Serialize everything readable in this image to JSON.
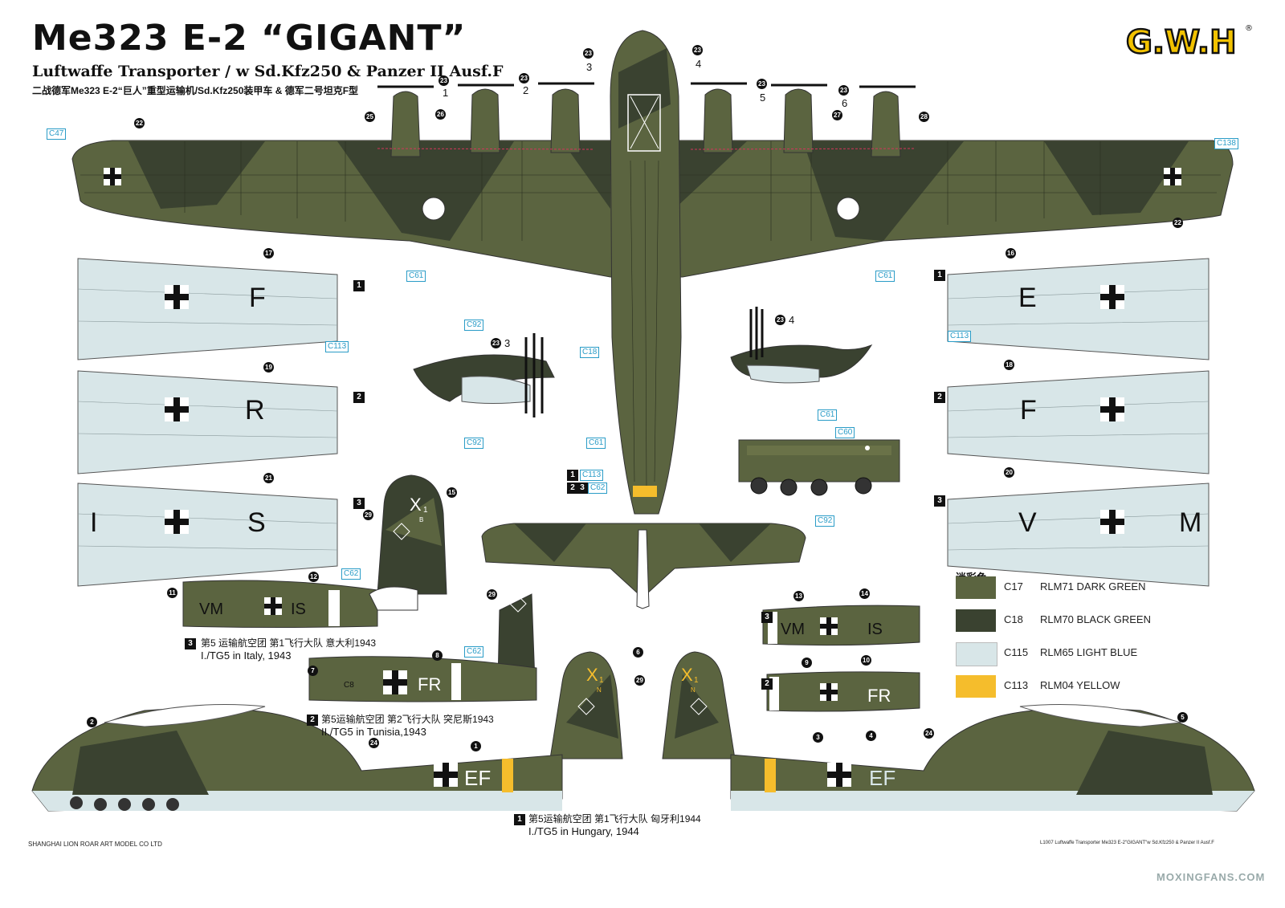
{
  "header": {
    "title": "Me323 E-2 “GIGANT”",
    "subtitle": "Luftwaffe Transporter / w Sd.Kfz250 & Panzer II Ausf.F",
    "subtitle_cn": "二战德军Me323 E-2“巨人”重型运输机/Sd.Kfz250装甲车 & 德军二号坦克F型"
  },
  "logo": {
    "text": "G.W.H",
    "registered": "®"
  },
  "colors": {
    "dark_green": "#5b6440",
    "black_green": "#3a4230",
    "light_blue": "#d8e6e8",
    "yellow": "#f5bd2c",
    "callout": "#2a9cc7",
    "marker": "#d2345a"
  },
  "color_refs": {
    "c47": "C47",
    "c138": "C138",
    "c61a": "C61",
    "c61b": "C61",
    "c61c": "C61",
    "c61d": "C61",
    "c113a": "C113",
    "c113b": "C113",
    "c92a": "C92",
    "c92b": "C92",
    "c92c": "C92",
    "c18": "C18",
    "c60": "C60",
    "c62a": "C62",
    "c62b": "C62",
    "c62c": "C62",
    "c113c": "C113"
  },
  "markers": {
    "m22a": "22",
    "m22b": "22",
    "m23_1": "23",
    "m23_2": "23",
    "m23_3": "23",
    "m23_4": "23",
    "m23_5": "23",
    "m23_6": "23",
    "m25": "25",
    "m26": "26",
    "m27": "27",
    "m28": "28",
    "m17": "17",
    "m16": "16",
    "m19": "19",
    "m18": "18",
    "m21": "21",
    "m20": "20",
    "m23a": "23",
    "m23b": "23",
    "m15": "15",
    "m29a": "29",
    "m29b": "29",
    "m29c": "29",
    "m11": "11",
    "m12": "12",
    "m13": "13",
    "m14": "14",
    "m7": "7",
    "m8": "8",
    "m9": "9",
    "m10": "10",
    "m6": "6",
    "m2": "2",
    "m1": "1",
    "m3": "3",
    "m4": "4",
    "m5": "5",
    "m24a": "24",
    "m24b": "24"
  },
  "engine_numbers": {
    "e1": "1",
    "e2": "2",
    "e3": "3",
    "e4": "4",
    "e5": "5",
    "e6": "6",
    "s3": "3",
    "s4": "4"
  },
  "wing_letters": {
    "left1": "F",
    "left2": "R",
    "left3": "S",
    "left3b": "I",
    "right1": "E",
    "right2": "F",
    "right3": "V",
    "right3b": "M"
  },
  "scheme_tags": {
    "t1a": "1",
    "t1b": "1",
    "t2a": "2",
    "t2b": "2",
    "t3a": "3",
    "t3b": "3",
    "t3c": "3",
    "t3d": "3",
    "t2c": "2",
    "t2d": "2",
    "t1c": "1",
    "t2e": "2",
    "t1d": "1",
    "t3e": "3"
  },
  "fuselage_codes": {
    "vm": "VM",
    "is": "IS",
    "fr": "FR",
    "f": "F",
    "ef_left": "EF",
    "ef_right": "EF",
    "x1": "X",
    "sub1": "1",
    "b": "B",
    "n": "N",
    "c8": "C8"
  },
  "captions": {
    "s3_cn": "第5 运输航空团  第1飞行大队  意大利1943",
    "s3_en": "I./TG5 in Italy, 1943",
    "s2_cn": "第5运输航空团  第2飞行大队  突尼斯1943",
    "s2_en": "II./TG5 in Tunisia,1943",
    "s1_cn": "第5运输航空团  第1飞行大队  匈牙利1944",
    "s1_en": "I./TG5 in Hungary, 1944"
  },
  "legend": {
    "title": "迷彩色",
    "items": [
      {
        "code": "C17",
        "name": "RLM71 DARK GREEN",
        "color": "#5b6440"
      },
      {
        "code": "C18",
        "name": "RLM70 BLACK GREEN",
        "color": "#3a4230"
      },
      {
        "code": "C115",
        "name": "RLM65 LIGHT BLUE",
        "color": "#d8e6e8"
      },
      {
        "code": "C113",
        "name": "RLM04 YELLOW",
        "color": "#f5bd2c"
      }
    ]
  },
  "footer": {
    "left": "SHANGHAI LION ROAR ART MODEL CO LTD",
    "right": "L1007 Luftwaffe Transporter Me323 E-2\"GIGANT\"w Sd.Kfz250 & Panzer II Ausf.F",
    "watermark": "MOXINGFANS.COM"
  }
}
